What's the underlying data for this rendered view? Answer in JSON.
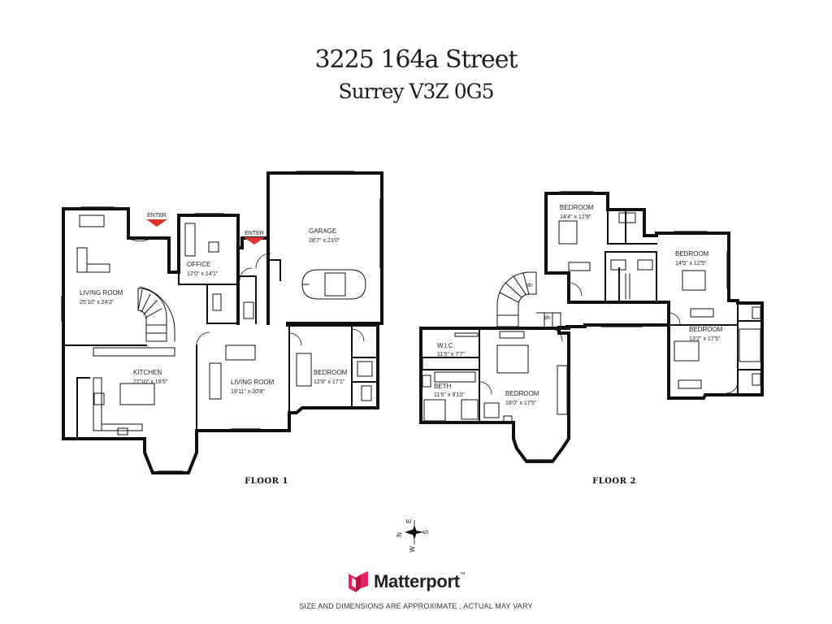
{
  "header": {
    "title": "3225 164a Street",
    "subtitle": "Surrey V3Z 0G5"
  },
  "floor1": {
    "label": "FLOOR 1",
    "enter_labels": [
      "ENTER",
      "ENTER"
    ],
    "rooms": [
      {
        "name": "LIVING ROOM",
        "dims": "25'10\" x 24'3\""
      },
      {
        "name": "OFFICE",
        "dims": "12'0\" x 14'1\""
      },
      {
        "name": "GARAGE",
        "dims": "28'7\" x 23'0\""
      },
      {
        "name": "KITCHEN",
        "dims": "27'10\" x 18'5\""
      },
      {
        "name": "LIVING ROOM",
        "dims": "19'11\" x 20'8\""
      },
      {
        "name": "BEDROOM",
        "dims": "12'8\" x 17'1\""
      }
    ]
  },
  "floor2": {
    "label": "FLOOR 2",
    "stair_labels": [
      "dn",
      "dn"
    ],
    "rooms": [
      {
        "name": "BEDROOM",
        "dims": "14'4\" x 12'9\""
      },
      {
        "name": "BEDROOM",
        "dims": "14'5\" x 12'5\""
      },
      {
        "name": "BEDROOM",
        "dims": "13'2\" x 17'5\""
      },
      {
        "name": "W.I.C",
        "dims": "11'5\" x 7'7\""
      },
      {
        "name": "BETH",
        "dims": "11'5\" x 9'10\""
      },
      {
        "name": "BEDROOM",
        "dims": "18'0\" x 17'5\""
      }
    ]
  },
  "compass": {
    "n": "N",
    "e": "E",
    "s": "S",
    "w": "W"
  },
  "brand": {
    "name": "Matterport",
    "tm": "™",
    "color": "#e0245e"
  },
  "footer": {
    "disclaimer": "SIZE AND DIMENSIONS ARE APPROXIMATE , ACTUAL MAY VARY"
  }
}
